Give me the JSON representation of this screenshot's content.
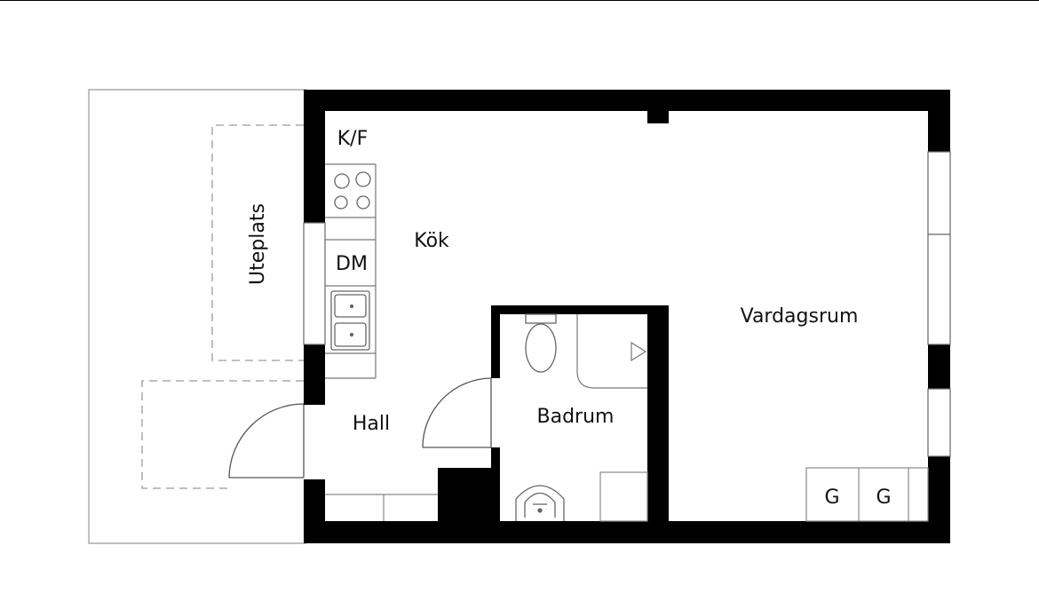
{
  "rooms": {
    "kitchen": "Kök",
    "living_room": "Vardagsrum",
    "hall": "Hall",
    "bathroom": "Badrum",
    "terrace": "Uteplats"
  },
  "appliances": {
    "fridge_freezer": "K/F",
    "dishwasher": "DM",
    "wardrobe_1": "G",
    "wardrobe_2": "G"
  }
}
